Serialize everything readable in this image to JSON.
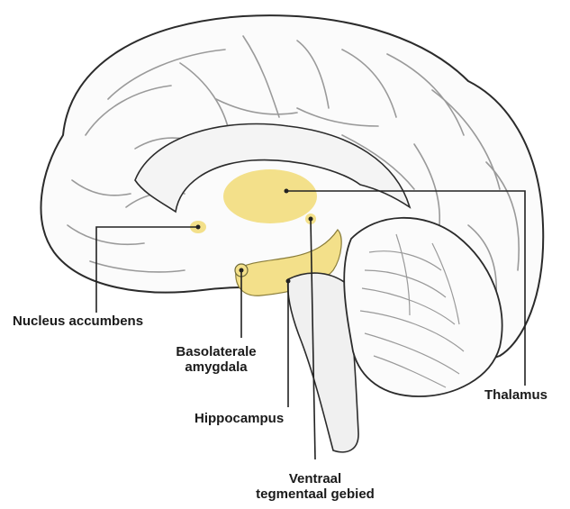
{
  "labels": {
    "nucleus_accumbens": "Nucleus accumbens",
    "thalamus": "Thalamus",
    "basolateral_line1": "Basolaterale",
    "basolateral_line2": "amygdala",
    "hippocampus": "Hippocampus",
    "vta_line1": "Ventraal",
    "vta_line2": "tegmentaal gebied"
  },
  "colors": {
    "outline": "#2b2b2b",
    "brain_fill": "#fbfbfb",
    "fold": "#9a9a9a",
    "highlight": "#f3e08a",
    "highlight_light": "#f8eab5",
    "stem_fill": "#f0f0f0",
    "leader": "#222222"
  }
}
